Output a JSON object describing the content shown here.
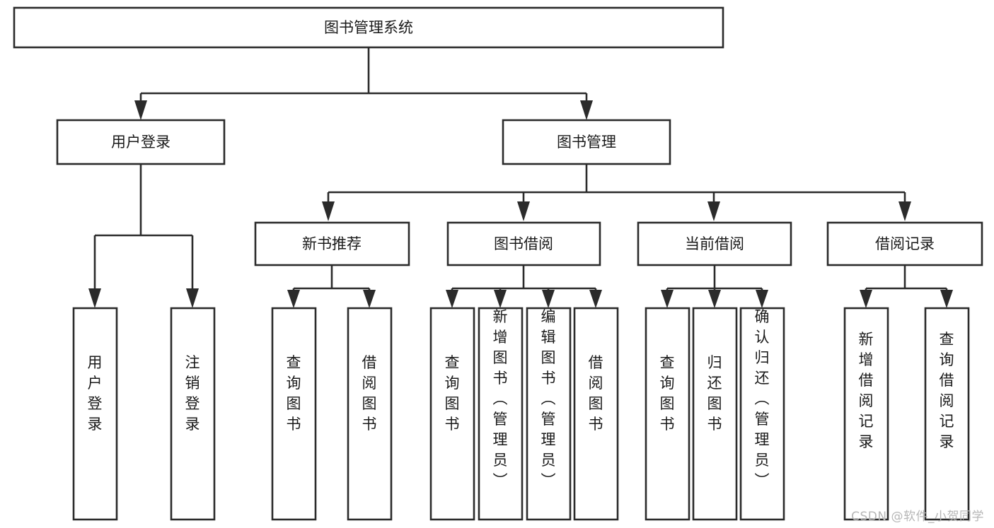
{
  "diagram": {
    "title": "图书管理系统",
    "type": "tree-hierarchy",
    "watermark": "CSDN @软件_小贺同学",
    "colors": {
      "box_fill": "#ffffff",
      "box_stroke": "#2b2b2b",
      "text": "#1a1a1a",
      "background": "#ffffff",
      "watermark": "#b6b6b6"
    },
    "root": {
      "label": "图书管理系统"
    },
    "level2": [
      {
        "label": "用户登录"
      },
      {
        "label": "图书管理"
      }
    ],
    "level3": [
      {
        "label": "新书推荐"
      },
      {
        "label": "图书借阅"
      },
      {
        "label": "当前借阅"
      },
      {
        "label": "借阅记录"
      }
    ],
    "leaves": {
      "user_login": [
        {
          "label": "用户登录"
        },
        {
          "label": "注销登录"
        }
      ],
      "new_book_recommend": [
        {
          "label": "查询图书"
        },
        {
          "label": "借阅图书"
        }
      ],
      "book_borrow": [
        {
          "label": "查询图书"
        },
        {
          "label": "新增图书（管理员）"
        },
        {
          "label": "编辑图书（管理员）"
        },
        {
          "label": "借阅图书"
        }
      ],
      "current_borrow": [
        {
          "label": "查询图书"
        },
        {
          "label": "归还图书"
        },
        {
          "label": "确认归还（管理员）"
        }
      ],
      "borrow_record": [
        {
          "label": "新增借阅记录"
        },
        {
          "label": "查询借阅记录"
        }
      ]
    }
  }
}
